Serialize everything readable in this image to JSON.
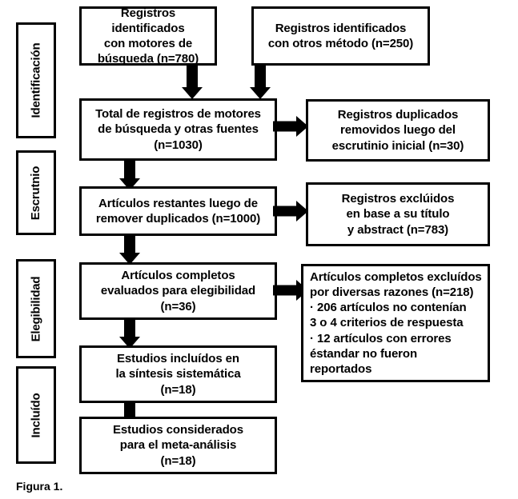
{
  "figure": {
    "caption": "Figura 1.",
    "type": "prisma-flow-diagram",
    "colors": {
      "line": "#000000",
      "background": "#ffffff",
      "text": "#000000"
    }
  },
  "stages": [
    {
      "id": "identification",
      "label": "Identificación"
    },
    {
      "id": "screening",
      "label": "Escrutnio"
    },
    {
      "id": "eligibility",
      "label": "Elegibilidad"
    },
    {
      "id": "included",
      "label": "Incluído"
    }
  ],
  "boxes": {
    "records_databases": {
      "lines": [
        "Registros identificados",
        "con motores de",
        "búsqueda (n=780)"
      ],
      "n": 780
    },
    "records_other": {
      "lines": [
        "Registros identificados",
        "con otros método (n=250)"
      ],
      "n": 250
    },
    "total_records": {
      "lines": [
        "Total de registros de motores",
        "de búsqueda y otras fuentes",
        "(n=1030)"
      ],
      "n": 1030
    },
    "duplicates_removed": {
      "lines": [
        "Registros duplicados",
        "removidos luego del",
        "escrutinio inicial (n=30)"
      ],
      "n": 30
    },
    "records_after_duplicates": {
      "lines": [
        "Artículos restantes luego de",
        "remover duplicados (n=1000)"
      ],
      "n": 1000
    },
    "records_excluded": {
      "lines": [
        "Registros exclúidos",
        "en base a su título",
        "y abstract (n=783)"
      ],
      "n": 783
    },
    "fulltext_assessed": {
      "lines": [
        "Artículos completos",
        "evaluados para elegibilidad",
        "(n=36)"
      ],
      "n": 36
    },
    "fulltext_excluded": {
      "lines": [
        "Artículos completos excluídos",
        "por diversas razones (n=218)",
        "· 206 artículos no contenían",
        "3 o 4 criterios de respuesta",
        "· 12 artículos con errores",
        "éstandar no fueron",
        "reportados"
      ],
      "n": 218,
      "reasons": [
        {
          "count": 206,
          "text": "artículos no contenían 3 o 4 criterios de respuesta"
        },
        {
          "count": 12,
          "text": "artículos con errores éstandar no fueron reportados"
        }
      ]
    },
    "studies_qualitative": {
      "lines": [
        "Estudios incluídos en",
        "la síntesis sistemática",
        "(n=18)"
      ],
      "n": 18
    },
    "studies_quantitative": {
      "lines": [
        "Estudios considerados",
        "para el meta-análisis",
        "(n=18)"
      ],
      "n": 18
    }
  },
  "arrows": [
    {
      "id": "databases-to-total",
      "direction": "down"
    },
    {
      "id": "other-to-total",
      "direction": "down"
    },
    {
      "id": "total-to-duplicates",
      "direction": "right"
    },
    {
      "id": "total-to-after-duplicates",
      "direction": "down"
    },
    {
      "id": "after-duplicates-to-excluded",
      "direction": "right"
    },
    {
      "id": "after-duplicates-to-fulltext",
      "direction": "down"
    },
    {
      "id": "fulltext-to-excluded",
      "direction": "right"
    },
    {
      "id": "fulltext-to-qualitative",
      "direction": "down"
    },
    {
      "id": "qualitative-to-quantitative",
      "direction": "down"
    }
  ]
}
